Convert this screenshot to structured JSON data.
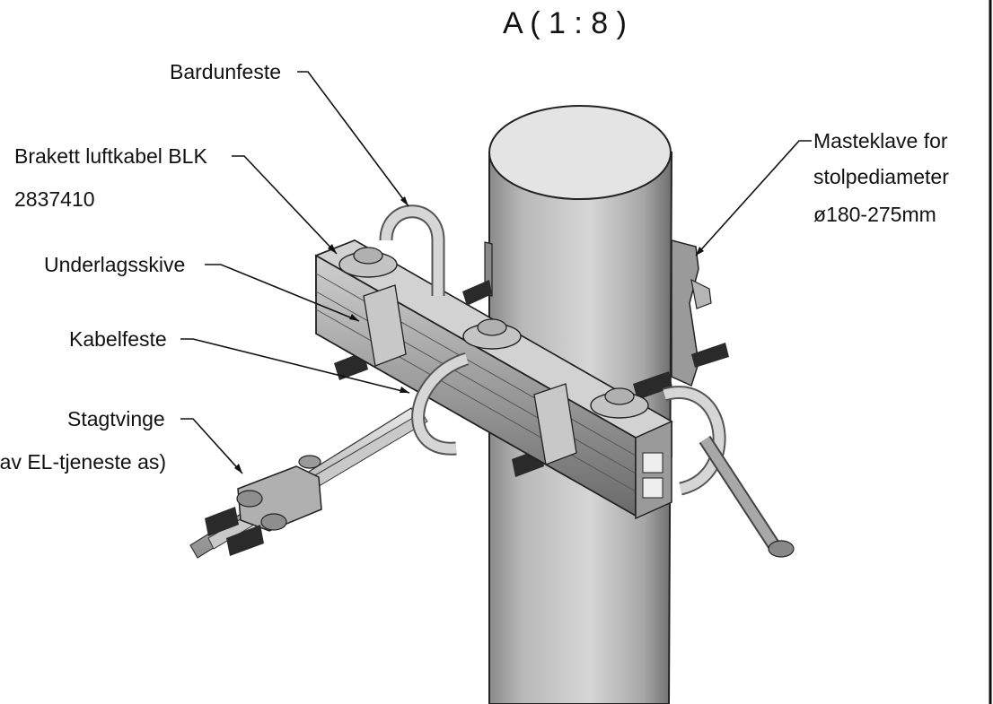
{
  "view": {
    "title": "A ( 1 : 8 )"
  },
  "callouts": {
    "bardunfeste": "Bardunfeste",
    "brakett_line1": "Brakett luftkabel BLK",
    "brakett_line2": "2837410",
    "underlagsskive": "Underlagsskive",
    "kabelfeste": "Kabelfeste",
    "stagtvinge_line1": "Stagtvinge",
    "stagtvinge_line2": "(av EL-tjeneste as)",
    "masteklave_line1": "Masteklave for",
    "masteklave_line2": "stolpediameter",
    "masteklave_line3": "ø180-275mm"
  },
  "colors": {
    "line": "#111111",
    "pole_light": "#e4e4e4",
    "pole_dark": "#6e6e6e",
    "metal": "#a8a8a8",
    "bolt": "#2a2a2a"
  }
}
